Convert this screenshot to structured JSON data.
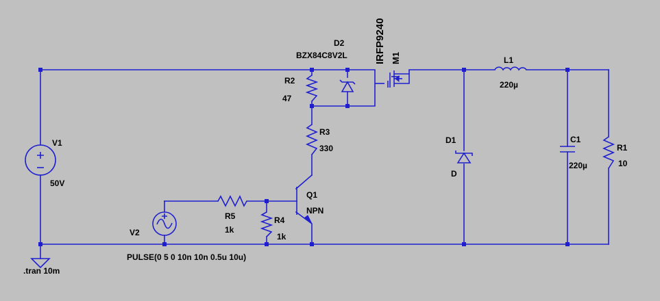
{
  "background": "#c0c0c0",
  "wire_color": "#1f1fd0",
  "components": {
    "v1": {
      "ref": "V1",
      "value": "50V"
    },
    "v2": {
      "ref": "V2",
      "value": "PULSE(0 5 0 10n 10n 0.5u 10u)"
    },
    "r1": {
      "ref": "R1",
      "value": "10"
    },
    "r2": {
      "ref": "R2",
      "value": "47"
    },
    "r3": {
      "ref": "R3",
      "value": "330"
    },
    "r4": {
      "ref": "R4",
      "value": "1k"
    },
    "r5": {
      "ref": "R5",
      "value": "1k"
    },
    "d1": {
      "ref": "D1",
      "value": "D"
    },
    "d2": {
      "ref": "D2",
      "value": "BZX84C8V2L"
    },
    "l1": {
      "ref": "L1",
      "value": "220µ"
    },
    "c1": {
      "ref": "C1",
      "value": "220µ"
    },
    "m1": {
      "ref": "M1",
      "value": "IRFP9240"
    },
    "q1": {
      "ref": "Q1",
      "value": "NPN"
    }
  },
  "directive": ".tran 10m"
}
